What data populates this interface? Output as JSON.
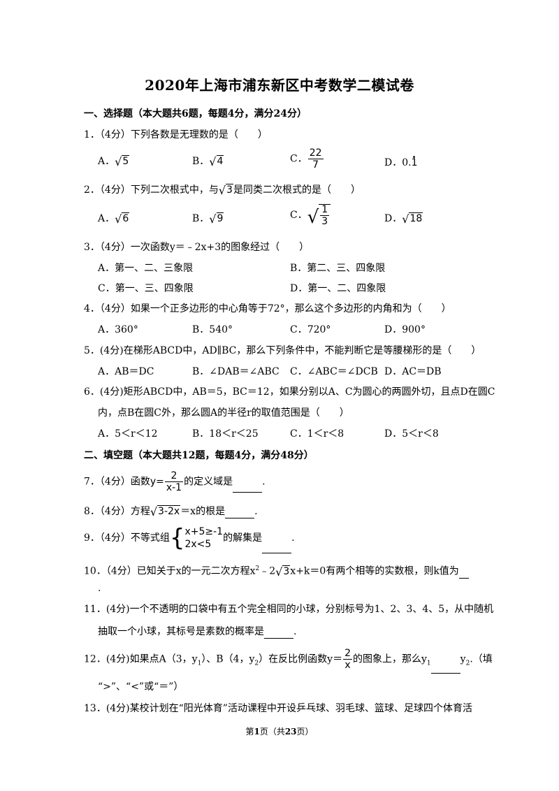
{
  "title": "2020年上海市浦东新区中考数学二模试卷",
  "sections": {
    "s1": "一、选择题（本大题共6题，每题4分，满分24分）",
    "s2": "二、填空题（本大题共12题，每题4分，满分48分）"
  },
  "q1": {
    "stem": "1．（4分）下列各数是无理数的是（　　）",
    "a_label": "A．",
    "a_val": "5",
    "b_label": "B．",
    "b_val": "4",
    "c_label": "C．",
    "c_num": "22",
    "c_den": "7",
    "d_label": "D．0.",
    "d_val": "1"
  },
  "q2": {
    "stem_pre": "2．（4分）下列二次根式中，与",
    "stem_rad": "3",
    "stem_post": "是同类二次根式的是（　　）",
    "a_label": "A．",
    "a_val": "6",
    "b_label": "B．",
    "b_val": "9",
    "c_label": "C．",
    "c_num": "1",
    "c_den": "3",
    "d_label": "D．",
    "d_val": "18"
  },
  "q3": {
    "stem": "3．（4分）一次函数y＝﹣2x+3的图象经过（　　）",
    "a": "A．第一、二、三象限",
    "b": "B．第二、三、四象限",
    "c": "C．第一、三、四象限",
    "d": "D．第一、二、四象限"
  },
  "q4": {
    "stem": "4．（4分）如果一个正多边形的中心角等于72°，那么这个多边形的内角和为（　　）",
    "a": "A．360°",
    "b": "B．540°",
    "c": "C．720°",
    "d": "D．900°"
  },
  "q5": {
    "stem": "5．(4分)在梯形ABCD中，AD∥BC，那么下列条件中，不能判断它是等腰梯形的是（　　）",
    "a": "A．AB＝DC",
    "b": "B．∠DAB＝∠ABC",
    "c": "C．∠ABC＝∠DCB",
    "d": "D．AC＝DB"
  },
  "q6": {
    "line1": "6．(4分)矩形ABCD中，AB＝5，BC＝12，如果分别以A、C为圆心的两圆外切，且点D在圆C",
    "line2": "内，点B在圆C外，那么圆A的半径r的取值范围是（　　）",
    "a": "A．5＜r＜12",
    "b": "B．18＜r＜25",
    "c": "C．1＜r＜8",
    "d": "D．5＜r＜8"
  },
  "q7": {
    "pre": "7．（4分）函数",
    "y": "y=",
    "num": "2",
    "den": "x-1",
    "post": "的定义域是",
    "end": "."
  },
  "q8": {
    "pre": "8．（4分）方程",
    "rad": "3-2x",
    "post": "＝x的根是",
    "end": "."
  },
  "q9": {
    "pre": "9．（4分）不等式组",
    "r1": "x+5≥-1",
    "r2": "2x<5",
    "post": "的解集是",
    "end": "."
  },
  "q10": {
    "line1_pre": "10．（4分）已知关于x的一元二次方程x",
    "sup": "2",
    "mid": "﹣2",
    "rad": "3",
    "line1_post": "x+k＝0有两个相等的实数根，则k值为",
    "line2": "."
  },
  "q11": {
    "line1": "11．(4分)一个不透明的口袋中有五个完全相同的小球，分别标号为1、2、3、4、5，从中随机",
    "line2_pre": "抽取一个小球，其标号是素数的概率是",
    "line2_end": "."
  },
  "q12": {
    "pre": "12．(4分)如果点A（3，y",
    "s1": "1",
    "mid": "）、B（4，y",
    "s2": "2",
    "mid2": "）在反比例函数y＝",
    "num": "2",
    "den": "x",
    "post": "的图象上，那么y",
    "s3": "1",
    "post2": "y",
    "s4": "2",
    "post3": ".（填",
    "line2": "“>”、“<”或“＝”）"
  },
  "q13": {
    "line1": "13．(4分)某校计划在“阳光体育”活动课程中开设乒乓球、羽毛球、篮球、足球四个体育活"
  },
  "footer": {
    "pre": "第",
    "page": "1",
    "mid": "页（共",
    "total": "23",
    "post": "页）"
  }
}
